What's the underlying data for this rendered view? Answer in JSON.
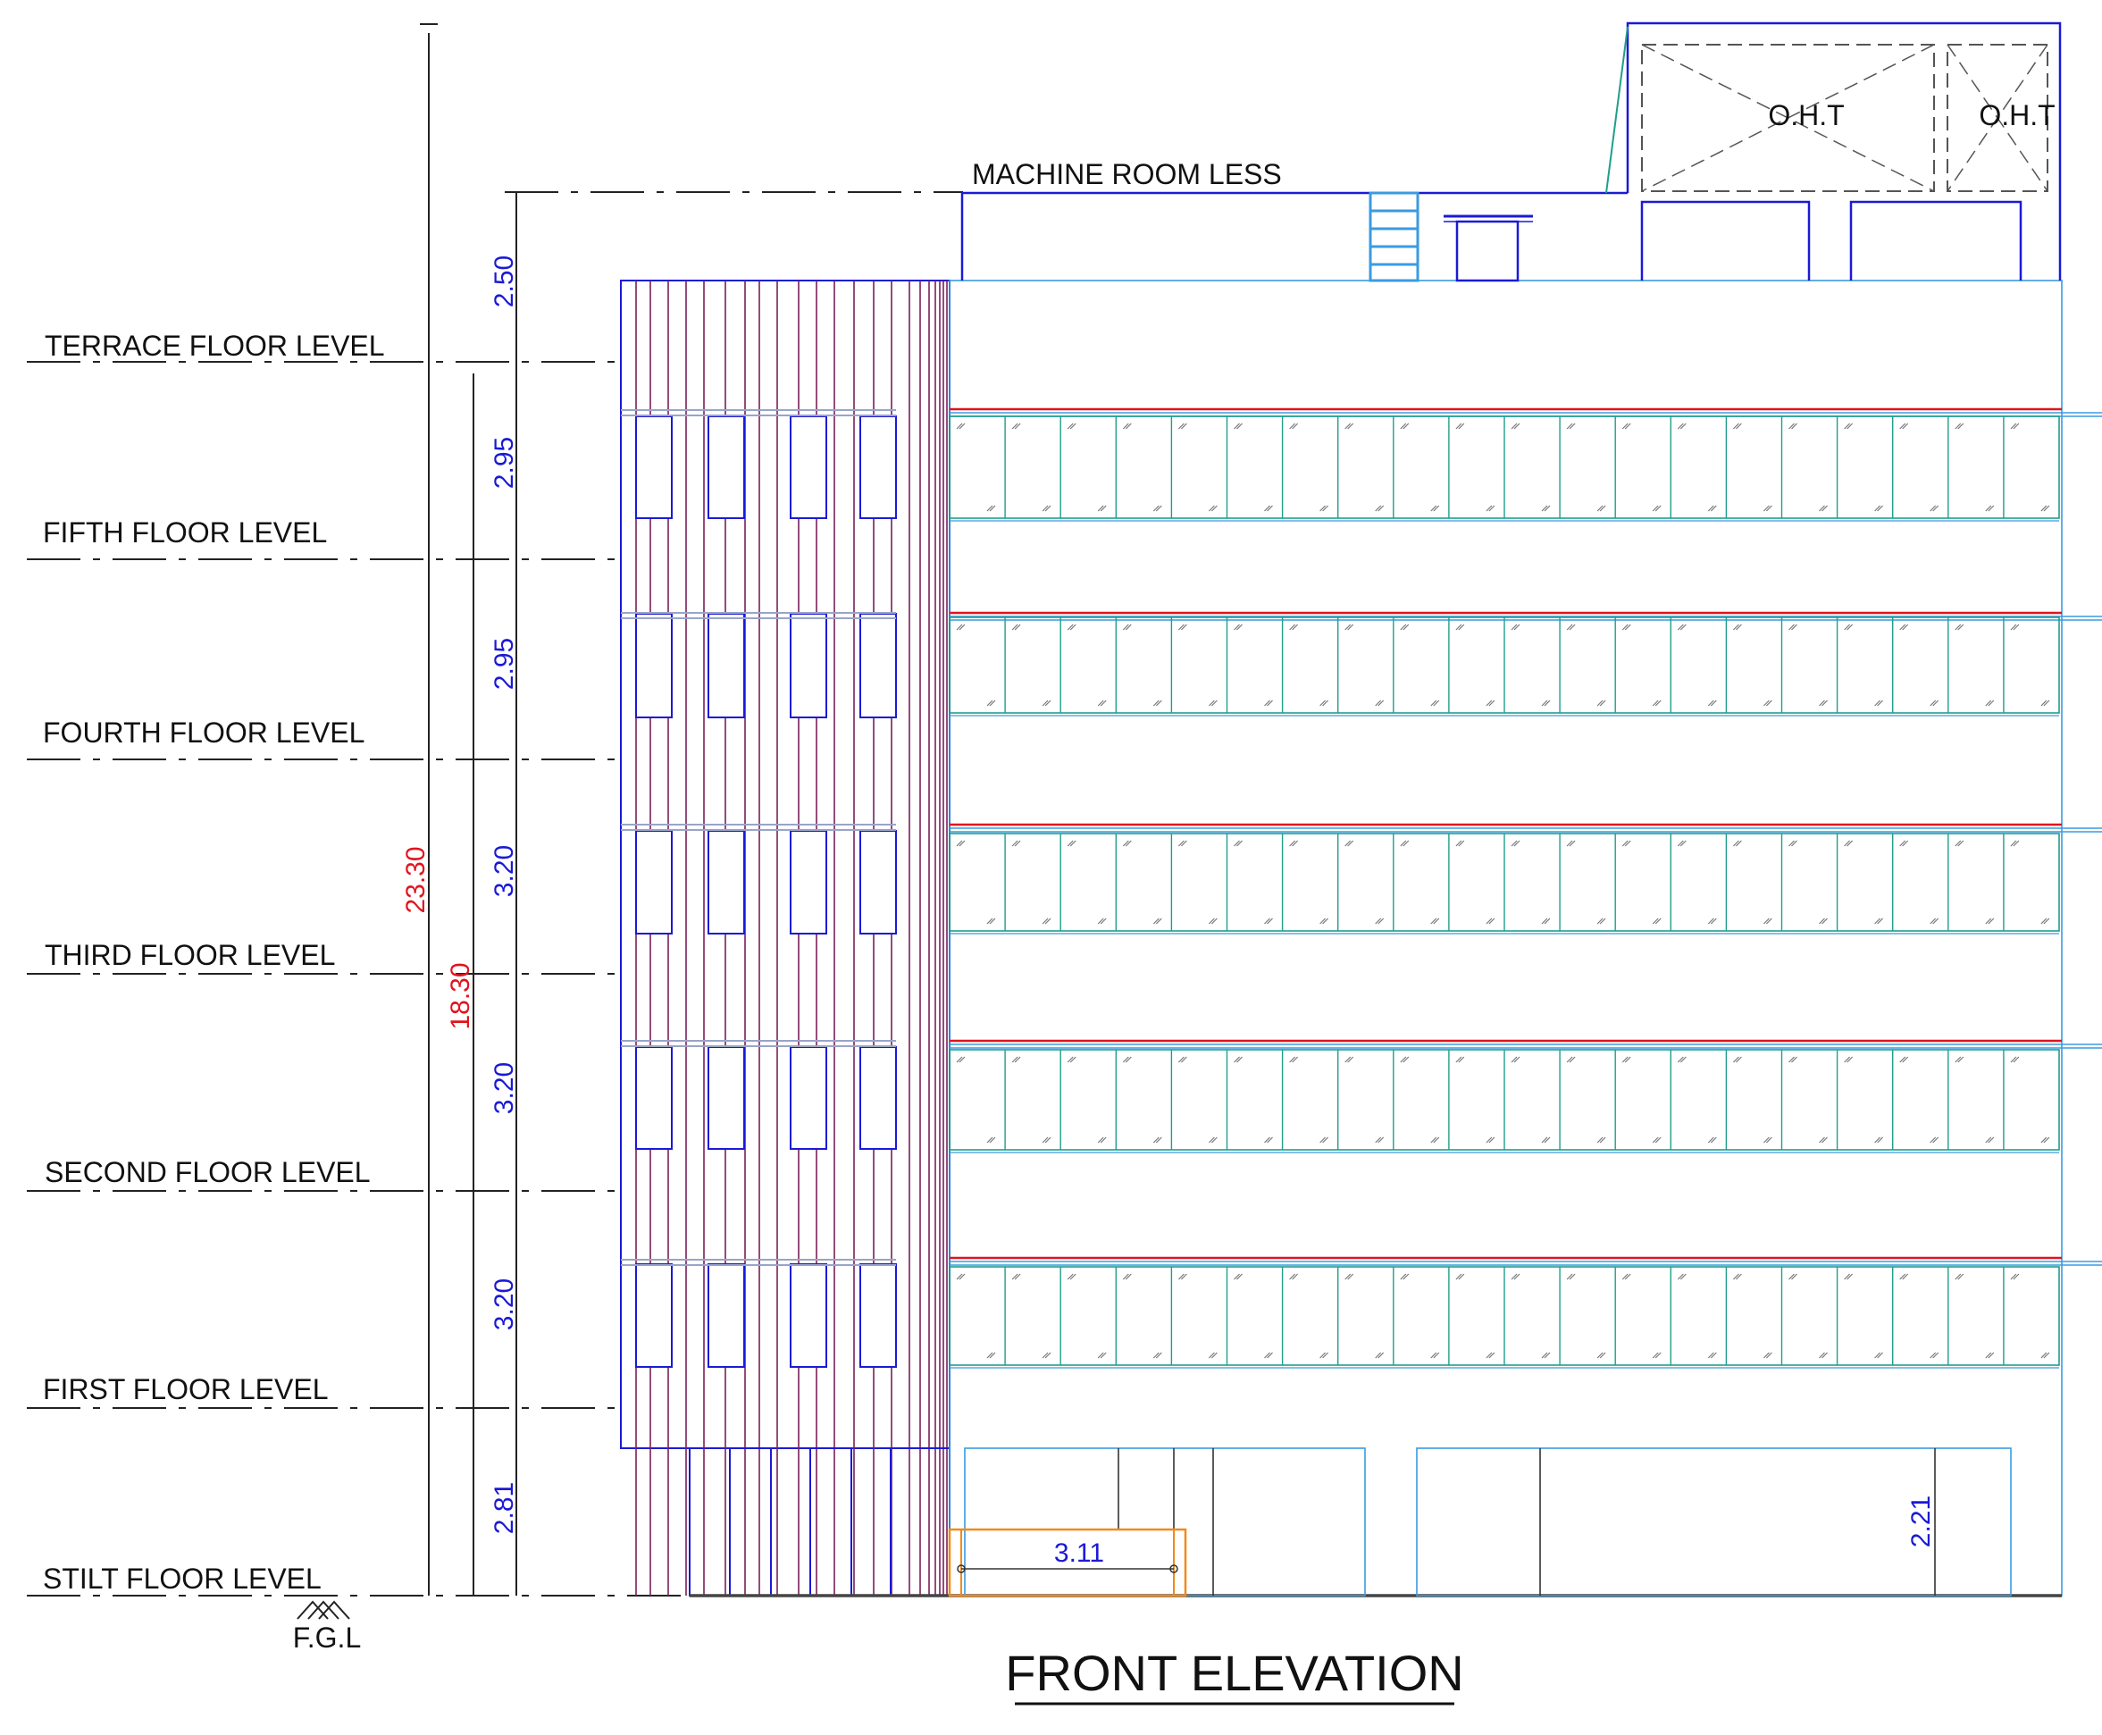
{
  "title": "FRONT ELEVATION",
  "levels": [
    {
      "label": "TERRACE FLOOR LEVEL"
    },
    {
      "label": "FIFTH FLOOR LEVEL"
    },
    {
      "label": "FOURTH FLOOR LEVEL"
    },
    {
      "label": "THIRD FLOOR LEVEL"
    },
    {
      "label": "SECOND FLOOR LEVEL"
    },
    {
      "label": "FIRST FLOOR LEVEL"
    },
    {
      "label": "STILT FLOOR LEVEL"
    }
  ],
  "ground_label": "F.G.L",
  "floor_dims": [
    "2.50",
    "2.95",
    "2.95",
    "3.20",
    "3.20",
    "3.20",
    "2.81"
  ],
  "total_dims": {
    "overall": "23.30",
    "building": "18.30"
  },
  "annotations": {
    "machine_room": "MACHINE ROOM LESS",
    "oht_1": "O.H.T",
    "oht_2": "O.H.T",
    "entry_width": "3.11",
    "entry_height": "2.21"
  },
  "colors": {
    "outline": "#1a1ad6",
    "cladding": "#7a1f5a",
    "glazing": "#1f9e8c",
    "slab_edge": "#e0141e",
    "light": "#3a9be0",
    "orange": "#f08a1c"
  }
}
